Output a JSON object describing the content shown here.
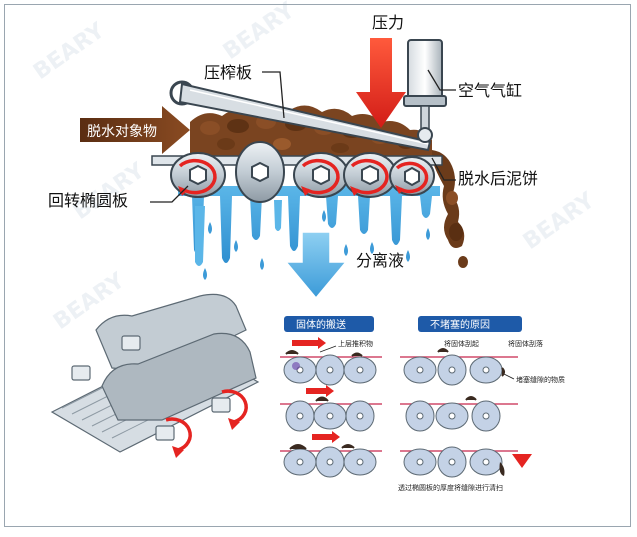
{
  "top_diagram": {
    "pressure_label": "压力",
    "press_plate_label": "压榨板",
    "air_cylinder_label": "空气气缸",
    "target_label": "脱水对象物",
    "cake_label": "脱水后泥饼",
    "elliptic_plate_label": "回转椭圆板",
    "filtrate_label": "分离液"
  },
  "panel_left": {
    "title": "固体的搬送",
    "annotation": "上层推积物"
  },
  "panel_right": {
    "title": "不堵塞的原因",
    "annotation_1": "将固体刮起",
    "annotation_2": "将固体刮落",
    "annotation_3": "堵塞缝隙的物质",
    "footer": "透过椭圆板的厚度将缝隙进行清扫"
  },
  "colors": {
    "pressure_arrow": "#e52421",
    "filtrate": "#4aa8e0",
    "sludge": "#6b3b1a",
    "panel_title_bg": "#1e5aa8",
    "plate": "#c9d3dc"
  }
}
